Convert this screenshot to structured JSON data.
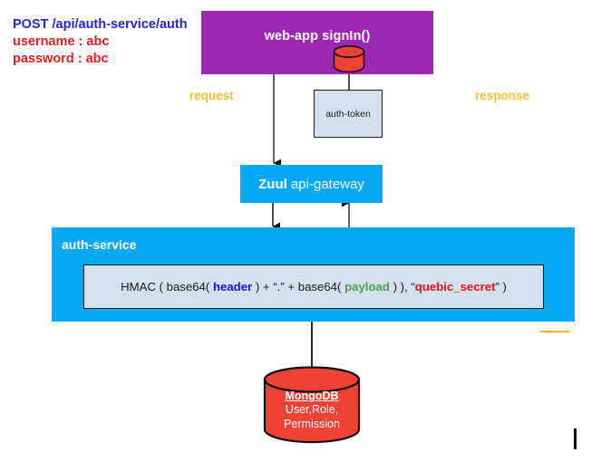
{
  "diagram": {
    "title": "Authentication flow: web-app to Zuul api-gateway to auth-service",
    "colors": {
      "webapp_purple": "#9c27b0",
      "service_blue": "#03a9f4",
      "box_fill": "#d3e0ee",
      "db_red": "#ef4136",
      "label_amber": "#fdc02f",
      "method_blue": "#2323dc",
      "credential_red": "#e12121",
      "header_blue": "#1414f0",
      "payload_green": "#4f9d4f",
      "secret_red": "#f01010",
      "stroke": "#1a1a1a"
    }
  },
  "request_note": {
    "method_line": "POST /api/auth-service/auth",
    "username_line": "username : abc",
    "password_line": "password : abc"
  },
  "webapp": {
    "title": "web-app signIn()",
    "db_icon": "database-cylinder-icon"
  },
  "flow_labels": {
    "request": "request",
    "response": "response"
  },
  "token": {
    "label": "auth-token"
  },
  "gateway": {
    "name": "Zuul",
    "role": "api-gateway"
  },
  "auth_service": {
    "title": "auth-service",
    "formula": {
      "prefix": "HMAC ( base64( ",
      "header": "header",
      "middle_1": " ) + “.” + base64( ",
      "payload": "payload",
      "middle_2": " ) ), “",
      "secret": "quebic_secret",
      "suffix": "” )",
      "full_text": "HMAC ( base64( header ) + “.” + base64( payload ) ), “quebic_secret” )"
    }
  },
  "database": {
    "name": "MongoDB",
    "collections_line_1": "User,Role,",
    "collections_line_2": "Permission"
  },
  "connectors": [
    {
      "name": "webapp-to-zuul-request",
      "from": "webapp",
      "to": "gateway",
      "arrow": true
    },
    {
      "name": "token-to-webapp-response",
      "from": "token",
      "to": "webapp",
      "arrow": true
    },
    {
      "name": "zuul-to-authservice",
      "from": "gateway",
      "to": "auth_service",
      "arrow": true
    },
    {
      "name": "authservice-to-token",
      "from": "auth_service",
      "to": "token",
      "arrow": true
    },
    {
      "name": "authservice-to-mongodb",
      "from": "auth_service",
      "to": "database",
      "arrow": false
    }
  ]
}
